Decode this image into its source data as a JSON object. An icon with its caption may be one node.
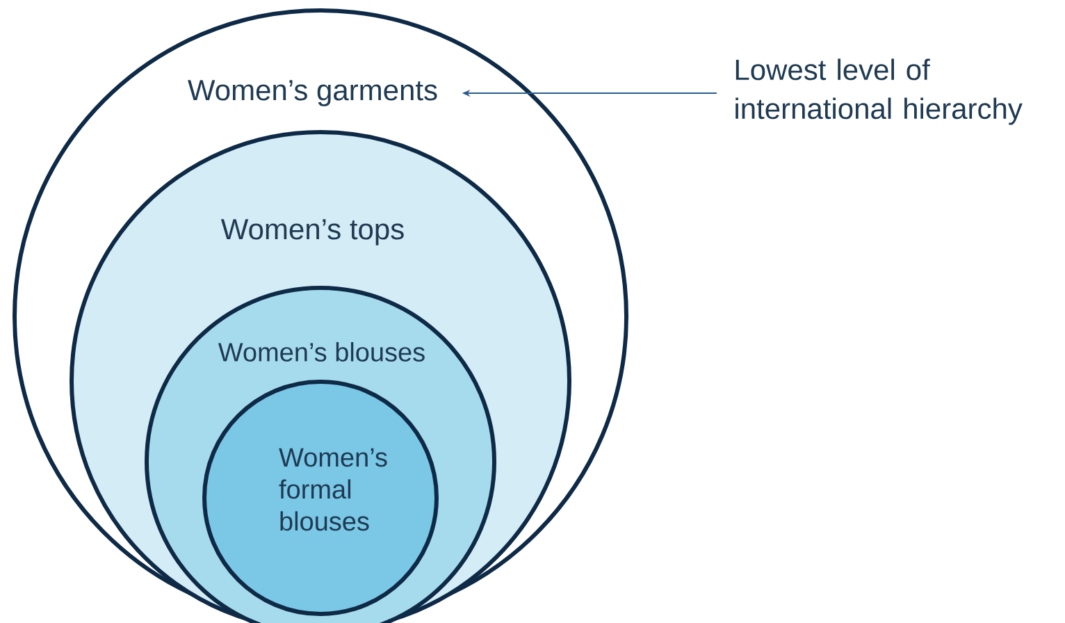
{
  "diagram": {
    "nodes": [
      {
        "text": [
          "Women’s garments"
        ]
      },
      {
        "text": [
          "Women’s tops"
        ],
        "in": 0
      },
      {
        "text": [
          "Women’s blouses"
        ],
        "in": 1
      },
      {
        "text": [
          "Women’s formal blouses"
        ],
        "in": 2
      },
      {
        "text": [
          "Lowest level of international hierarchy"
        ]
      }
    ],
    "edges": [
      {
        "from": 4,
        "to": 0,
        "arrow": "to"
      }
    ]
  }
}
